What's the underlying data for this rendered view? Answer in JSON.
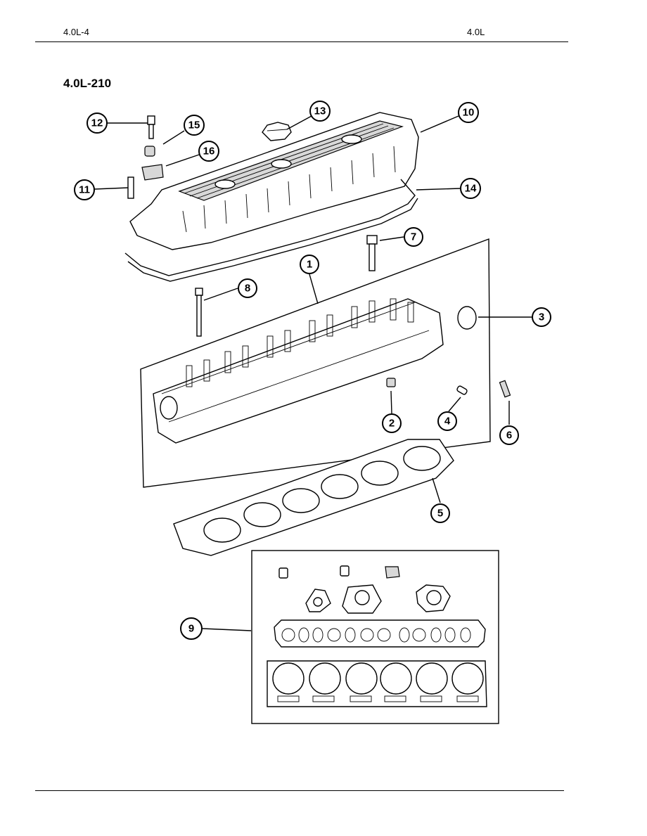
{
  "header": {
    "left": "4.0L-4",
    "right": "4.0L"
  },
  "figure": {
    "label": "4.0L-210"
  },
  "callouts": [
    "1",
    "2",
    "3",
    "4",
    "5",
    "6",
    "7",
    "8",
    "9",
    "10",
    "11",
    "12",
    "13",
    "14",
    "15",
    "16"
  ]
}
